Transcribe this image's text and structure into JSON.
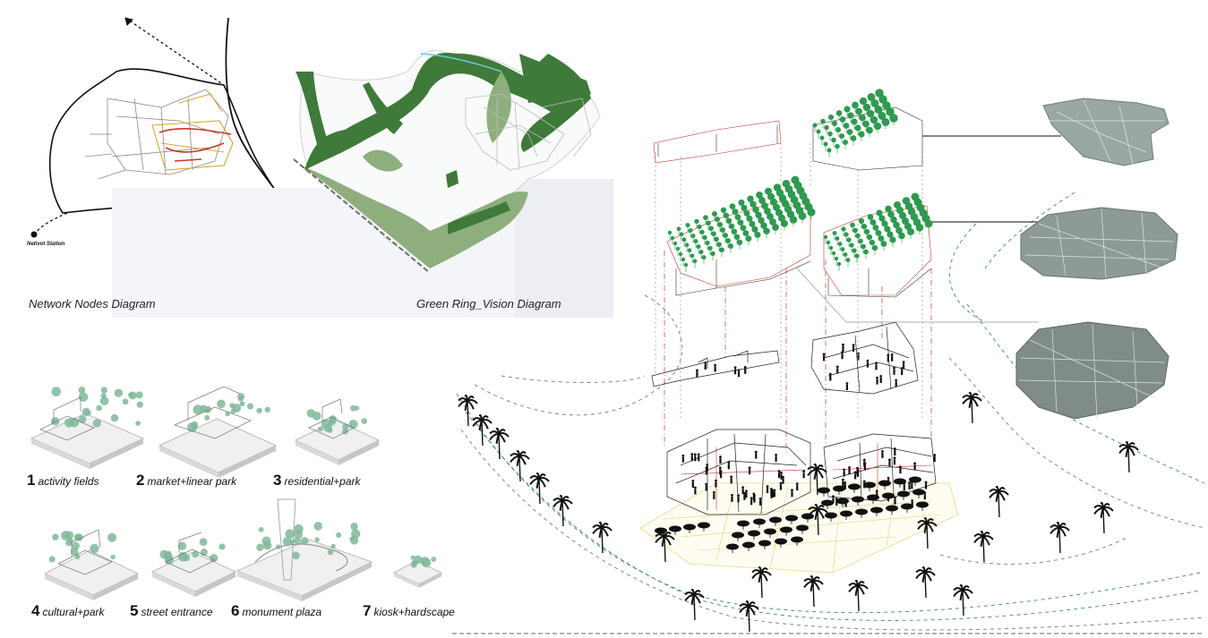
{
  "captions": {
    "network": "Network Nodes Diagram",
    "green_ring": "Green Ring_Vision Diagram",
    "station": "Netivot Station"
  },
  "panels": [
    {
      "number": "1",
      "label": "activity fields"
    },
    {
      "number": "2",
      "label": "market+linear park"
    },
    {
      "number": "3",
      "label": "residential+park"
    },
    {
      "number": "4",
      "label": "cultural+park"
    },
    {
      "number": "5",
      "label": "street entrance"
    },
    {
      "number": "6",
      "label": "monument plaza"
    },
    {
      "number": "7",
      "label": "kiosk+hardscape"
    }
  ],
  "colors": {
    "dark_green": "#3f7a3a",
    "light_green": "#8fae7d",
    "tree_green": "#2e9a4f",
    "node_red": "#c0392b",
    "node_yellow": "#e2b84a",
    "mesh_grey": "#7f8c8a"
  }
}
